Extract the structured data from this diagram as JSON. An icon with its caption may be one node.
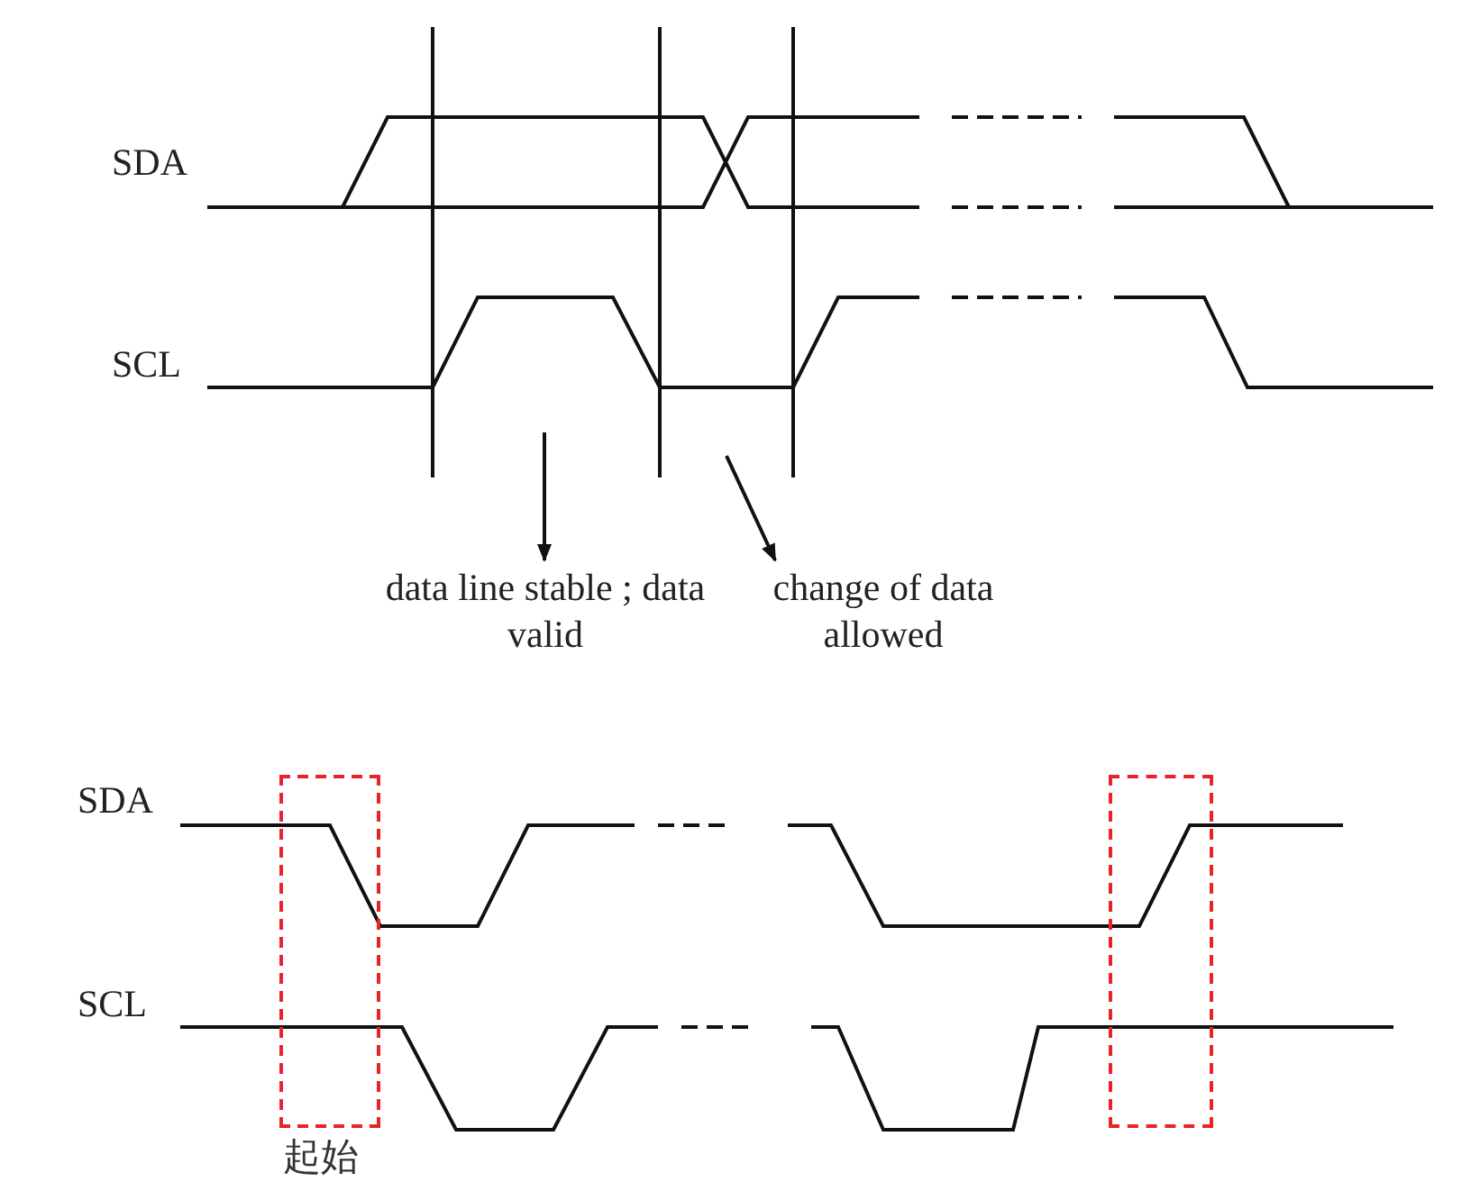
{
  "diagram": {
    "nodes": [
      {
        "text": [
          "data line stable ; data valid"
        ]
      },
      {
        "text": [
          "change of data allowed"
        ]
      },
      {
        "text": [],
        "shape": "box",
        "beside": [
          "起始"
        ]
      },
      {
        "text": [],
        "shape": "box"
      }
    ],
    "edges": [
      {
        "from": null,
        "to": 0,
        "arrow": "to"
      },
      {
        "from": null,
        "to": 1,
        "arrow": "to"
      }
    ],
    "labels": [
      "SDA",
      "SCL",
      "SDA",
      "SCL"
    ]
  }
}
